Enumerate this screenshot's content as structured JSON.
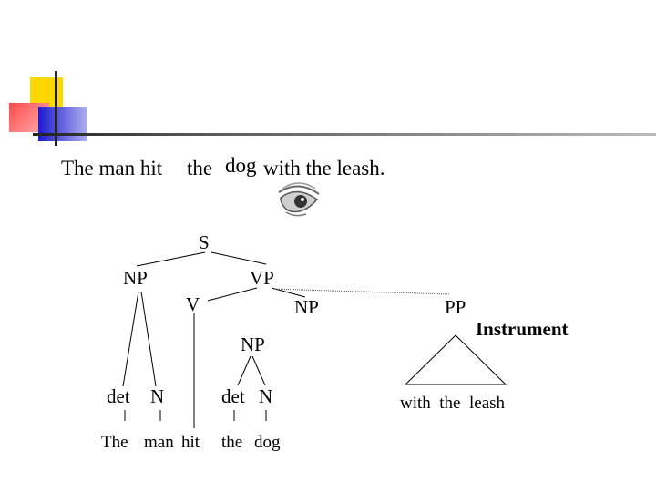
{
  "sentence": {
    "w1": "The man hit",
    "w2": "the",
    "w3": "dog",
    "w4": "with the leash."
  },
  "tree": {
    "s": "S",
    "np_subject": "NP",
    "vp": "VP",
    "v": "V",
    "np_object": "NP",
    "np_inner": "NP",
    "pp": "PP",
    "det1": "det",
    "n1": "N",
    "det2": "det",
    "n2": "N",
    "leaf_the": "The",
    "leaf_man": "man",
    "leaf_hit": "hit",
    "leaf_the2": "the",
    "leaf_dog": "dog",
    "pp_leaves": "with  the  leash",
    "pp_annotation": "Instrument"
  },
  "colors": {
    "accent_yellow": "#ffd700",
    "accent_red": "#ff5a5a",
    "accent_blue": "#2a2ad8",
    "rule": "#a0a0a0"
  }
}
